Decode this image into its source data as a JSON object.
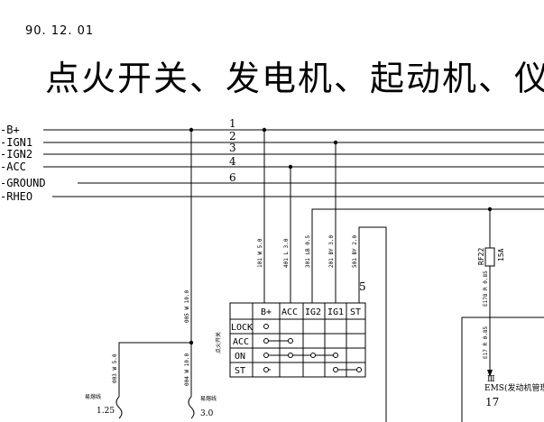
{
  "header": {
    "date": "90. 12. 01",
    "title": "点火开关、发电机、起动机、仪"
  },
  "buses": [
    {
      "label": "-B+",
      "number": "1"
    },
    {
      "label": "-IGN1",
      "number": "2"
    },
    {
      "label": "-IGN2",
      "number": "3"
    },
    {
      "label": "-ACC",
      "number": "4"
    },
    {
      "label": "-GROUND",
      "number": "6"
    },
    {
      "label": "-RHEO",
      "number": ""
    }
  ],
  "wires": {
    "b_plus": "101 W 5.0",
    "acc": "401 L 3.0",
    "ig2": "301 LB 0.5",
    "ig1": "201 BY 3.0",
    "st": "501 BY 2.0",
    "left1": "005 W 10.0",
    "left2": "004 W 10.0",
    "left3": "003 W 5.0",
    "ems1": "E178 R 0.85",
    "ems2": "E17 R 0.85"
  },
  "switch": {
    "side_label": "点火开关",
    "headers": [
      "B+",
      "ACC",
      "IG2",
      "IG1",
      "ST"
    ],
    "rows": [
      "LOCK",
      "ACC",
      "ON",
      "ST"
    ],
    "pin_label": "5"
  },
  "fuse": {
    "name": "RF22",
    "rating": "15A"
  },
  "ems": {
    "label": "EMS(发动机管理系统)",
    "number": "17",
    "pin": "Ⅲ"
  },
  "fusible_links": [
    {
      "name": "易熔线",
      "value": "1.25"
    },
    {
      "name": "易熔线",
      "value": "3.0"
    }
  ]
}
